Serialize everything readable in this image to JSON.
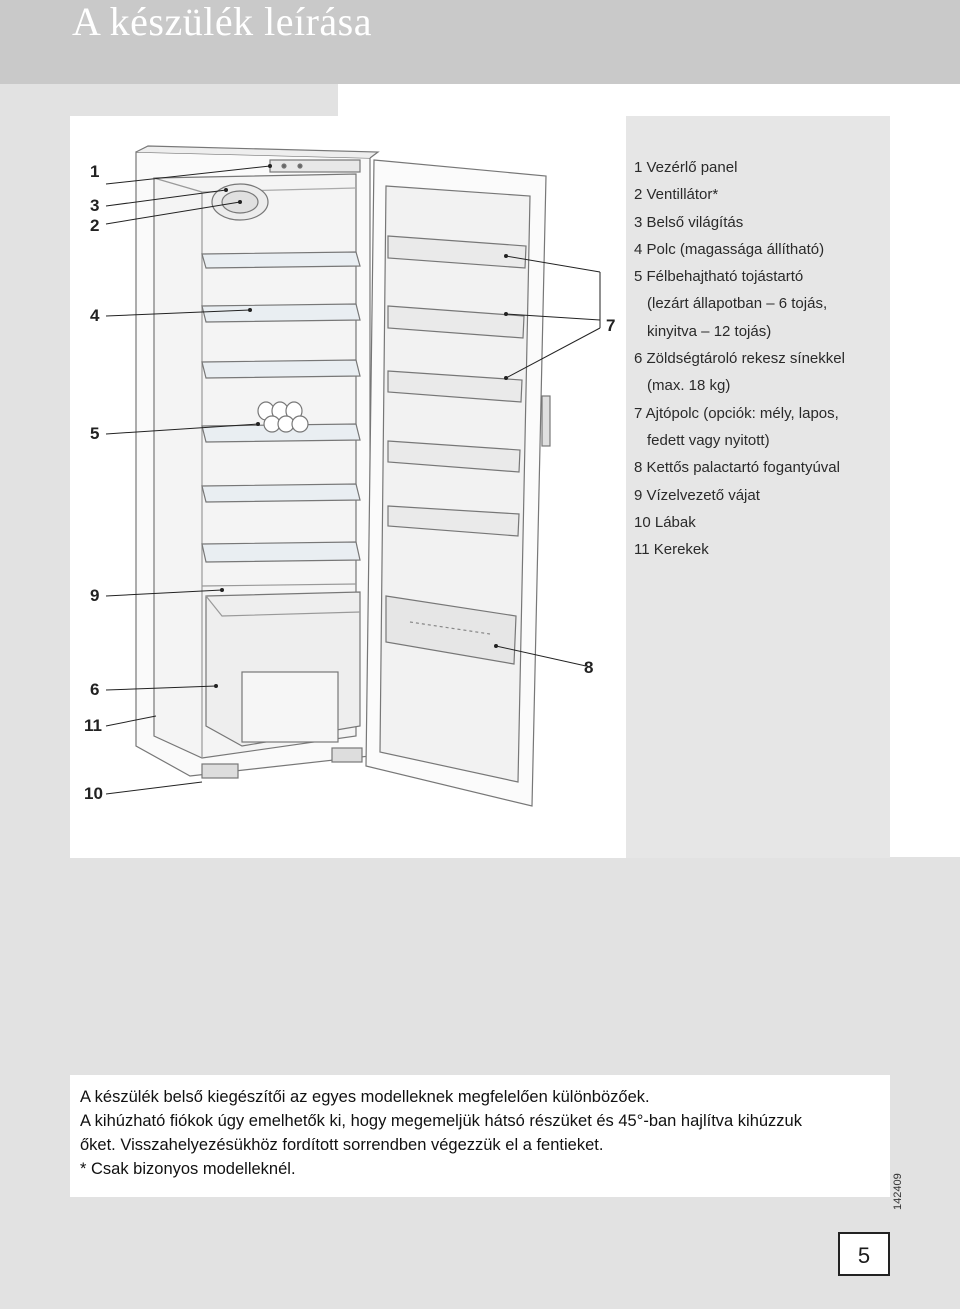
{
  "page": {
    "title": "A készülék leírása",
    "page_number": "5",
    "doc_code": "142409"
  },
  "callouts": {
    "c1": "1",
    "c3": "3",
    "c2": "2",
    "c4": "4",
    "c5": "5",
    "c7": "7",
    "c9": "9",
    "c8": "8",
    "c6": "6",
    "c11": "11",
    "c10": "10"
  },
  "legend": {
    "l1": "1 Vezérlő panel",
    "l2": "2 Ventillátor*",
    "l3": "3 Belső világítás",
    "l4": "4 Polc (magassága állítható)",
    "l5a": "5 Félbehajtható tojástartó",
    "l5b": "(lezárt állapotban – 6 tojás,",
    "l5c": "kinyitva – 12 tojás)",
    "l6a": "6 Zöldségtároló rekesz sínekkel",
    "l6b": "(max. 18 kg)",
    "l7a": "7 Ajtópolc (opciók: mély, lapos,",
    "l7b": "fedett vagy nyitott)",
    "l8": "8 Kettős palactartó fogantyúval",
    "l9": "9 Vízelvezető vájat",
    "l10": "10 Lábak",
    "l11": "11 Kerekek"
  },
  "notes": {
    "line1": "A készülék belső kiegészítői az egyes modelleknek megfelelően különbözőek.",
    "line2": "A kihúzható fiókok úgy emelhetők ki, hogy megemeljük hátsó részüket és 45°-ban hajlítva kihúzzuk",
    "line3": "őket. Visszahelyezésükhöz fordított sorrendben végezzük el a fentieket.",
    "line4": "* Csak bizonyos modelleknél."
  }
}
